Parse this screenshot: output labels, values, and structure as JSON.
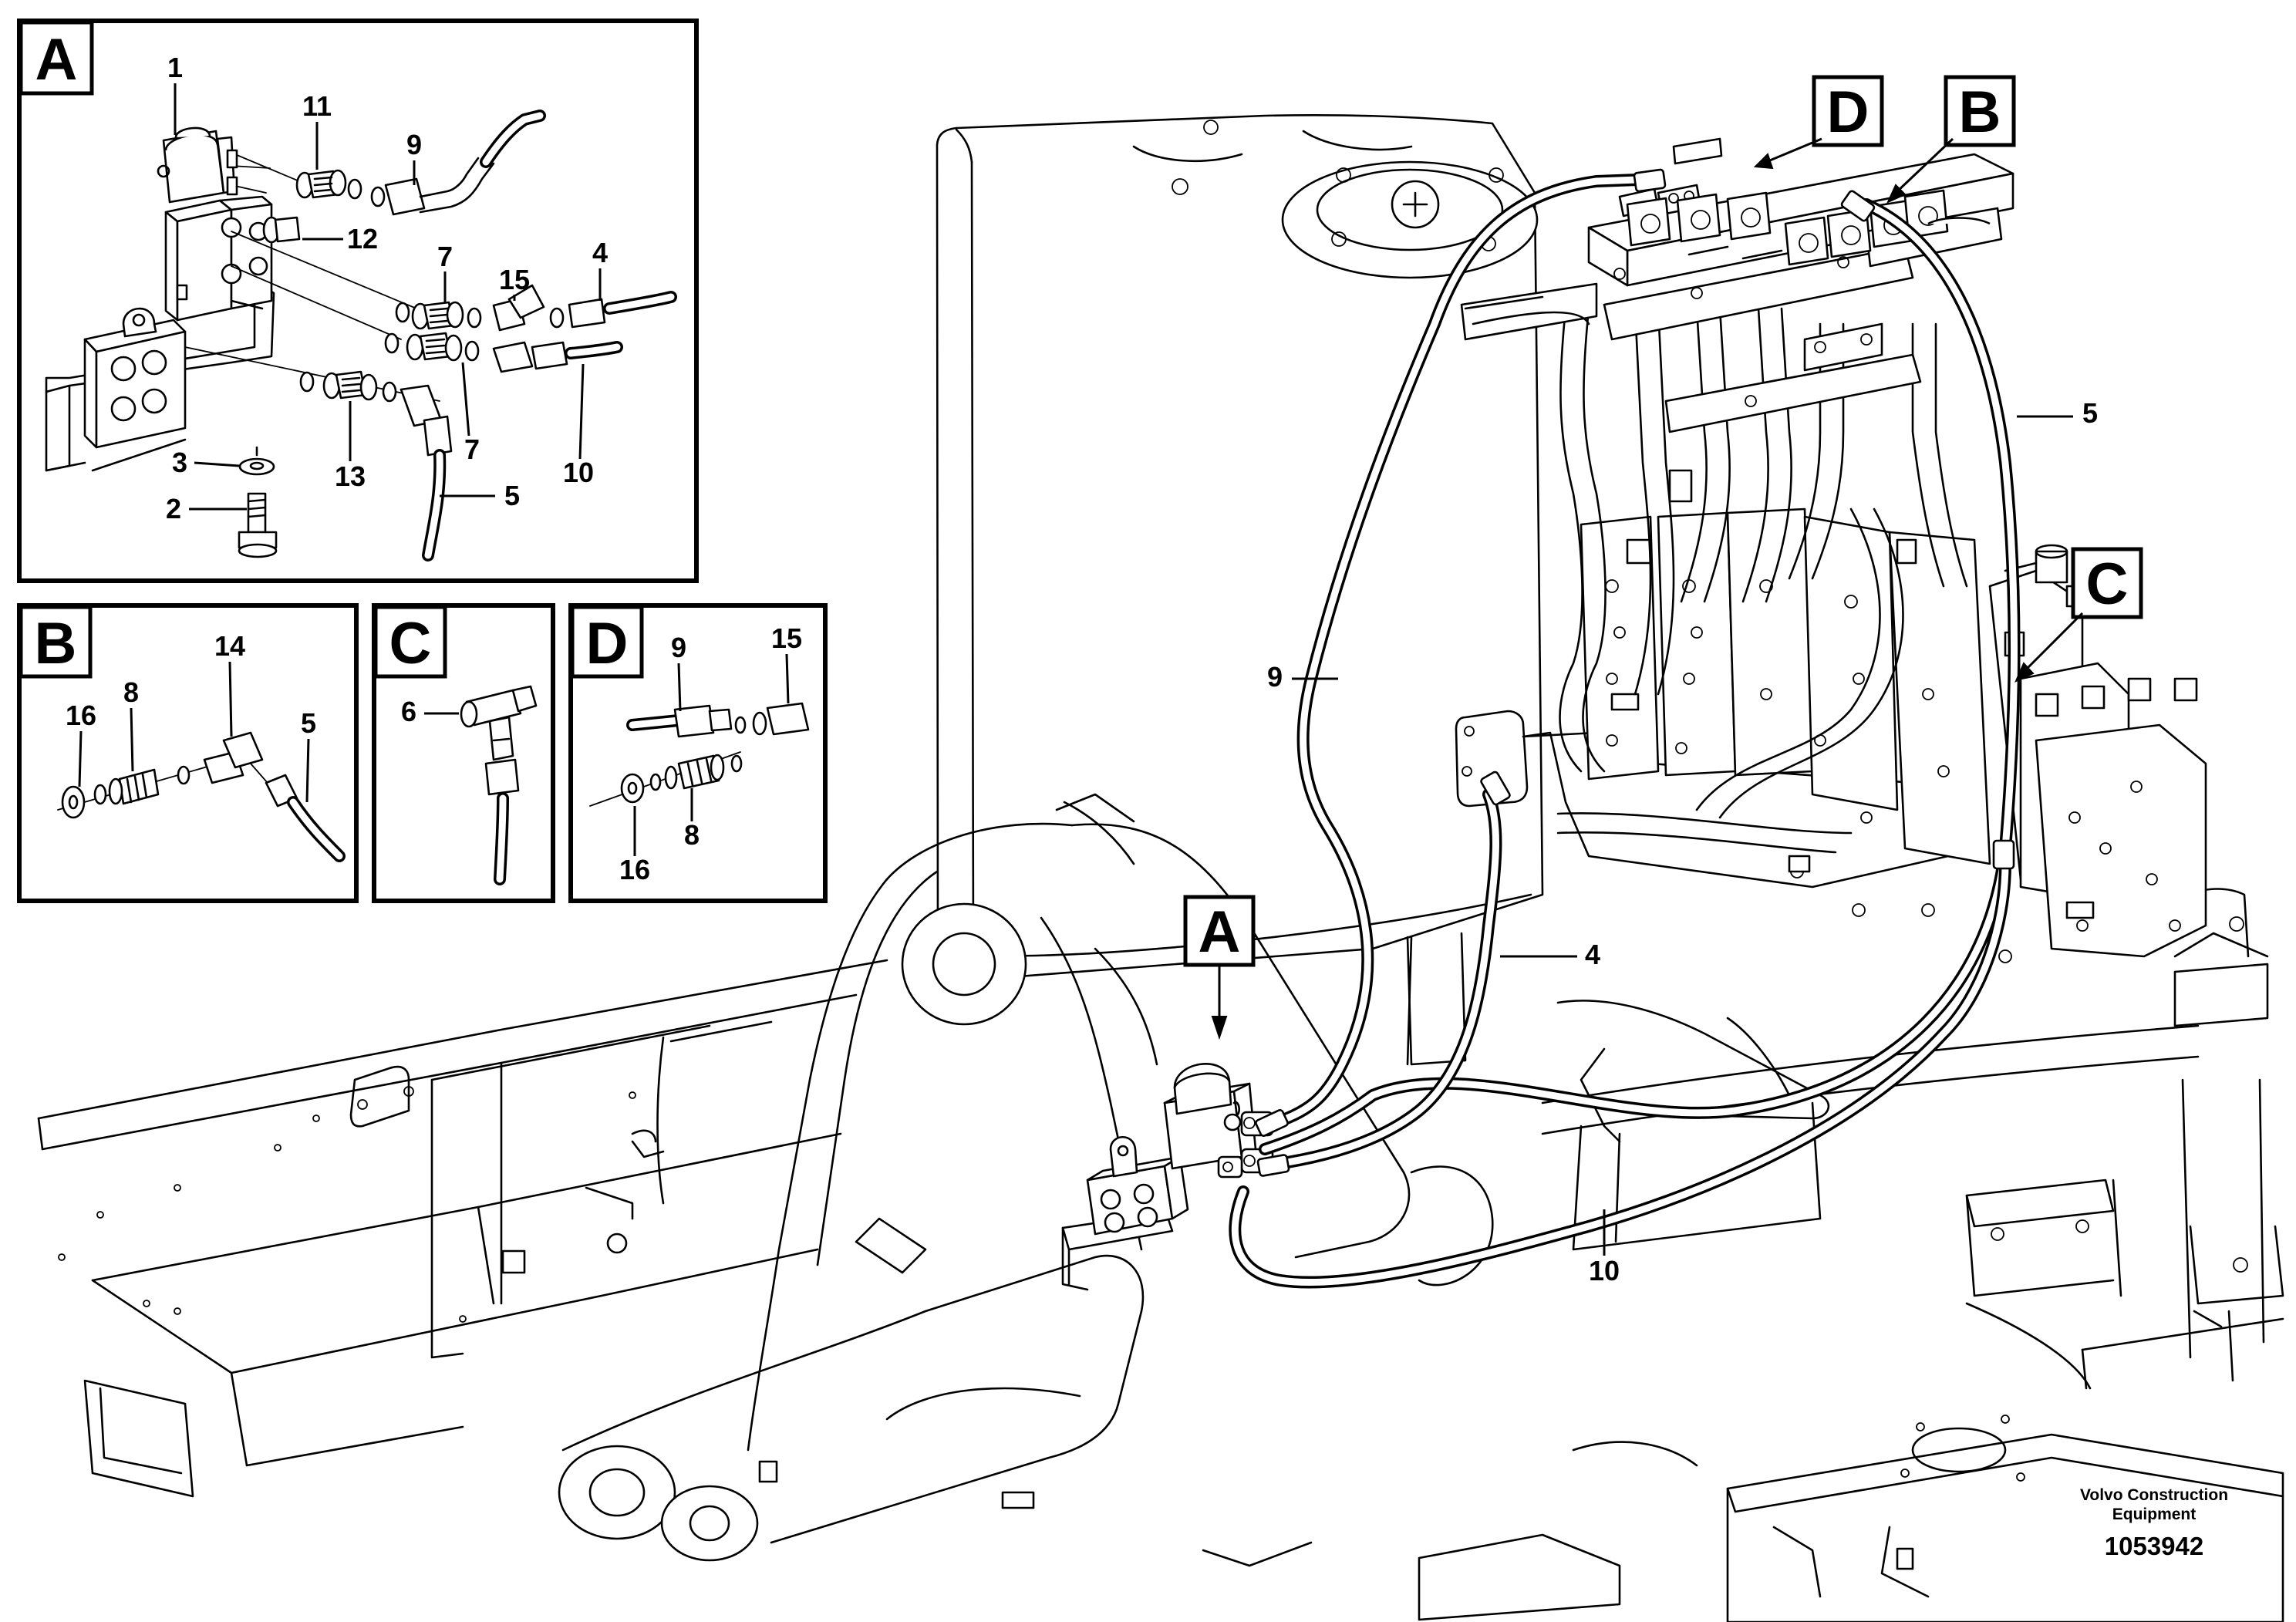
{
  "detail_frames": {
    "A": {
      "tag": "A",
      "labels": [
        "1",
        "11",
        "9",
        "12",
        "7",
        "15",
        "4",
        "3",
        "2",
        "13",
        "7",
        "10",
        "5"
      ]
    },
    "B": {
      "tag": "B",
      "labels": [
        "16",
        "8",
        "14",
        "5"
      ]
    },
    "C": {
      "tag": "C",
      "labels": [
        "6"
      ]
    },
    "D": {
      "tag": "D",
      "labels": [
        "9",
        "15",
        "16",
        "8"
      ]
    }
  },
  "main_view": {
    "callouts": [
      "A",
      "B",
      "C",
      "D"
    ],
    "labels": [
      "5",
      "9",
      "4",
      "10"
    ]
  },
  "footer": {
    "brand_line1": "Volvo Construction",
    "brand_line2": "Equipment",
    "drawing_number": "1053942"
  }
}
